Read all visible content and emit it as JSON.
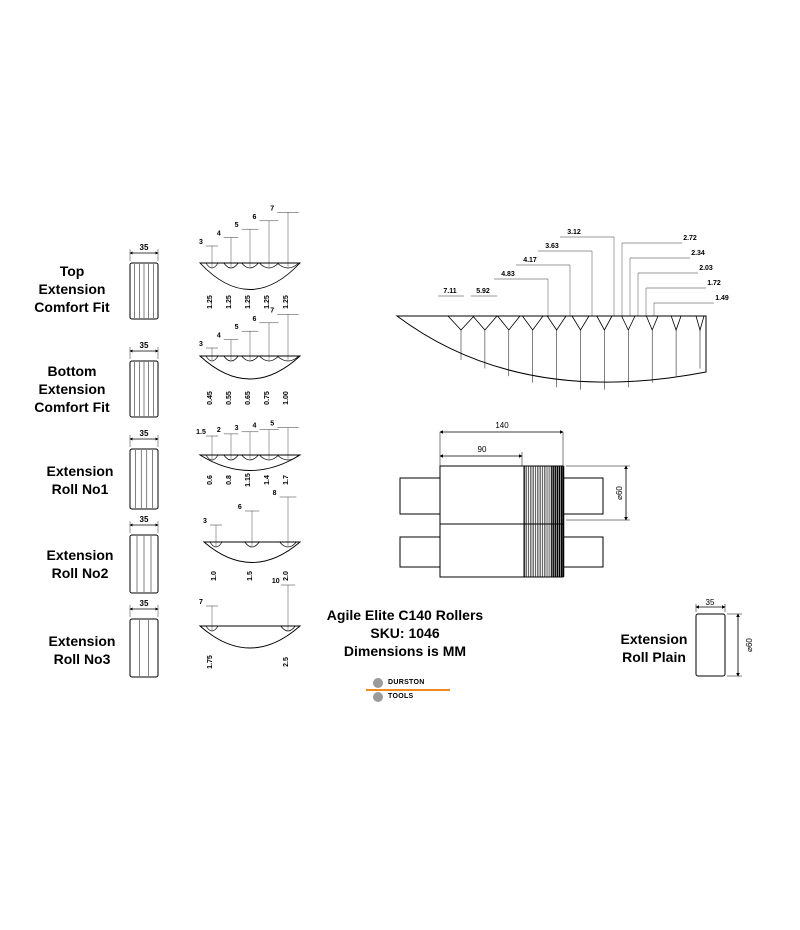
{
  "labels": {
    "top_ext": [
      "Top",
      "Extension",
      "Comfort Fit"
    ],
    "bottom_ext": [
      "Bottom",
      "Extension",
      "Comfort Fit"
    ],
    "ext1": [
      "Extension",
      "Roll No1"
    ],
    "ext2": [
      "Extension",
      "Roll No2"
    ],
    "ext3": [
      "Extension",
      "Roll No3"
    ],
    "plain": [
      "Extension",
      "Roll Plain"
    ]
  },
  "title": {
    "line1": "Agile Elite C140 Rollers",
    "line2": "SKU: 1046",
    "line3": "Dimensions is MM"
  },
  "logo": {
    "line1": "DURSTON",
    "line2": "TOOLS",
    "bar_color": "#f08a1c"
  },
  "width_dims": {
    "top_ext": "35",
    "bottom_ext": "35",
    "ext1": "35",
    "ext2": "35",
    "ext3": "35",
    "plain": "35"
  },
  "top_ext": {
    "widths": [
      "3",
      "4",
      "5",
      "6",
      "7"
    ],
    "depths": [
      "1.25",
      "1.25",
      "1.25",
      "1.25",
      "1.25"
    ]
  },
  "bottom_ext": {
    "widths": [
      "3",
      "4",
      "5",
      "6",
      "7"
    ],
    "depths": [
      "0.45",
      "0.55",
      "0.65",
      "0.75",
      "1.00"
    ]
  },
  "ext1": {
    "widths": [
      "1.5",
      "2",
      "3",
      "4",
      "5"
    ],
    "depths": [
      "0.6",
      "0.8",
      "1.15",
      "1.4",
      "1.7"
    ]
  },
  "ext2": {
    "widths": [
      "3",
      "6",
      "8"
    ],
    "depths": [
      "1.0",
      "1.5",
      "2.0"
    ]
  },
  "ext3": {
    "widths": [
      "7",
      "10"
    ],
    "depths": [
      "1.75",
      "2.5"
    ]
  },
  "large_profile": {
    "left": [
      "7.11",
      "5.92"
    ],
    "up": [
      "4.83",
      "4.17",
      "3.63",
      "3.12"
    ],
    "right": [
      "2.72",
      "2.34",
      "2.03",
      "1.72",
      "1.49"
    ]
  },
  "main_roller": {
    "total_length": "140",
    "body_length": "90",
    "diameter": "⌀60"
  },
  "plain_roll": {
    "diameter": "⌀60"
  }
}
